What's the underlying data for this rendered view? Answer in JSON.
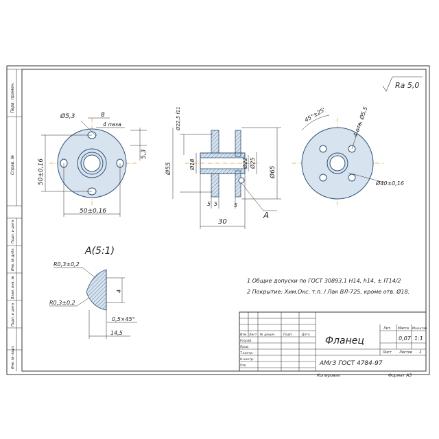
{
  "stamp": {
    "title": "Фланец",
    "material": "АМг3 ГОСТ 4784-97",
    "mass": "0,07",
    "scale": "1:1",
    "sheet_label": "Лист",
    "sheets_label": "Листов",
    "sheets_count": "1",
    "col_lit": "Лит.",
    "col_mass": "Масса",
    "col_scale": "Масштаб",
    "rows": [
      "Изм.",
      "Лист",
      "№ докум.",
      "Подп.",
      "Дата"
    ],
    "roles": [
      "Разраб.",
      "Пров.",
      "Т.контр.",
      "Н.контр.",
      "Утв."
    ],
    "copied": "Копировал",
    "format": "Формат A3"
  },
  "side_column": [
    "Перв. примен.",
    "Справ. №",
    "Подп. и дата",
    "Инв. № дубл.",
    "Взам. инв. №",
    "Подп. и дата",
    "Инв. № подл."
  ],
  "roughness": "Ra 5,0",
  "notes": [
    "1 Общие допуски по ГОСТ 30893.1 H14, h14, ± IT14/2",
    "2 Покрытие: Хим.Окс. т.п. / Лак ВЛ-725, кроме отв. Ø18."
  ],
  "view_a": {
    "title": "A(5:1)"
  },
  "dims": {
    "d53": "Ø5,3",
    "eight": "8",
    "four_holes": "4 паза",
    "h53": "5,3",
    "v50": "50±0,16",
    "h50": "50±0,16",
    "d225": "Ø22,5 f11",
    "d55": "Ø55",
    "d18": "Ø18",
    "d22": "Ø22",
    "d25": "Ø25",
    "d65": "Ø65",
    "five_a": "5",
    "five_b": "5",
    "five_c": "5",
    "thirty": "30",
    "leader_a": "A",
    "angle": "45°±25'",
    "holes55": "4 отв. Ø5,5",
    "d40": "Ø40±0,16",
    "r1": "R0,3±0,2",
    "r2": "R0,3±0,2",
    "four": "4",
    "chamfer": "0,5×45°",
    "d145": "14,5"
  }
}
